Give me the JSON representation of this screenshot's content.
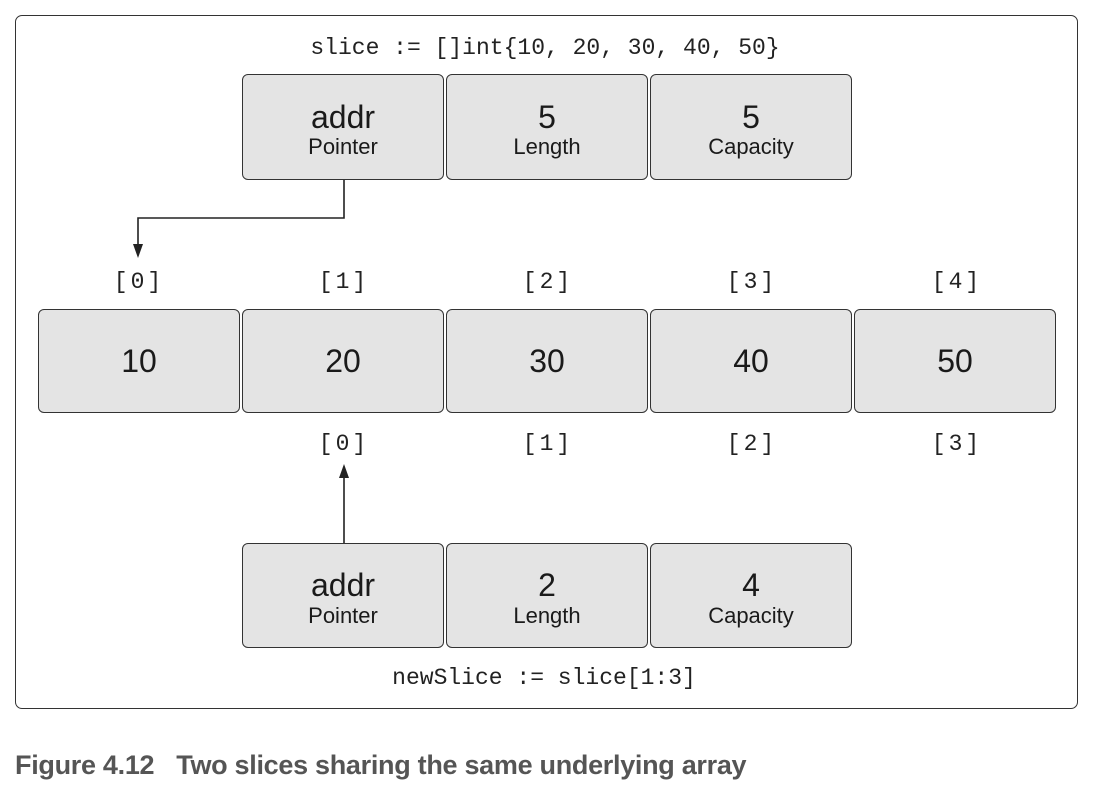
{
  "top_slice": {
    "declaration": "slice := []int{10, 20, 30, 40, 50}",
    "header": [
      {
        "value": "addr",
        "label": "Pointer"
      },
      {
        "value": "5",
        "label": "Length"
      },
      {
        "value": "5",
        "label": "Capacity"
      }
    ]
  },
  "array": {
    "indices": [
      "[0]",
      "[1]",
      "[2]",
      "[3]",
      "[4]"
    ],
    "values": [
      "10",
      "20",
      "30",
      "40",
      "50"
    ]
  },
  "new_slice": {
    "indices": [
      "[0]",
      "[1]",
      "[2]",
      "[3]"
    ],
    "header": [
      {
        "value": "addr",
        "label": "Pointer"
      },
      {
        "value": "2",
        "label": "Length"
      },
      {
        "value": "4",
        "label": "Capacity"
      }
    ],
    "declaration": "newSlice := slice[1:3]"
  },
  "figure": {
    "number": "Figure 4.12",
    "caption": "Two slices sharing the same underlying array"
  },
  "colors": {
    "box_fill": "#e4e4e4",
    "stroke": "#333333",
    "caption": "#555555"
  }
}
